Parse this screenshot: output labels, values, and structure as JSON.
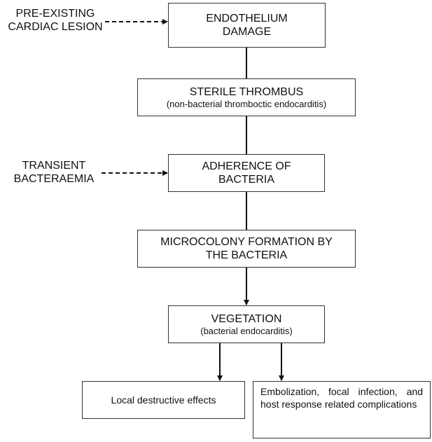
{
  "diagram": {
    "inputs": [
      {
        "lines": [
          "PRE-EXISTING",
          "CARDIAC LESION"
        ],
        "target": "endothelium_damage"
      },
      {
        "lines": [
          "TRANSIENT",
          "BACTERAEMIA"
        ],
        "target": "adherence"
      }
    ],
    "nodes": {
      "endothelium_damage": {
        "lines": [
          "ENDOTHELIUM",
          "DAMAGE"
        ]
      },
      "sterile_thrombus": {
        "title": "STERILE THROMBUS",
        "subtitle": "(non-bacterial thromboctic endocarditis)"
      },
      "adherence": {
        "lines": [
          "ADHERENCE OF",
          "BACTERIA"
        ]
      },
      "microcolony": {
        "lines": [
          "MICROCOLONY FORMATION BY",
          "THE BACTERIA"
        ]
      },
      "vegetation": {
        "title": "VEGETATION",
        "subtitle": "(bacterial endocarditis)"
      },
      "local_effects": {
        "text": "Local destructive effects"
      },
      "embolization": {
        "text": "Embolization, focal infection, and host response related complications"
      }
    },
    "edges": [
      {
        "from": "endothelium_damage",
        "to": "sterile_thrombus",
        "style": "solid"
      },
      {
        "from": "sterile_thrombus",
        "to": "adherence",
        "style": "solid"
      },
      {
        "from": "adherence",
        "to": "microcolony",
        "style": "solid"
      },
      {
        "from": "microcolony",
        "to": "vegetation",
        "style": "solid-arrow"
      },
      {
        "from": "vegetation",
        "to": "local_effects",
        "style": "solid-arrow"
      },
      {
        "from": "vegetation",
        "to": "embolization",
        "style": "solid-arrow"
      },
      {
        "from": "pre_existing_cardiac_lesion",
        "to": "endothelium_damage",
        "style": "dashed-arrow"
      },
      {
        "from": "transient_bacteraemia",
        "to": "adherence",
        "style": "dashed-arrow"
      }
    ]
  }
}
